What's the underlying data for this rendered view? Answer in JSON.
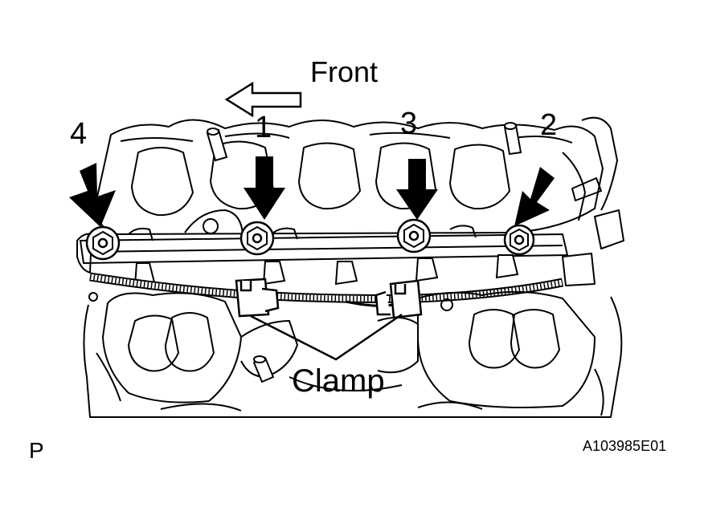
{
  "labels": {
    "direction": "Front",
    "bolts": [
      "4",
      "1",
      "3",
      "2"
    ],
    "clamp": "Clamp",
    "corner_letter": "P",
    "figure_code": "A103985E01"
  },
  "icons": [
    "front-direction-arrow-icon",
    "bolt-pointer-arrow-icon",
    "bolt-head-icon",
    "clamp-icon"
  ],
  "colors": {
    "line": "#000000",
    "background": "#ffffff"
  }
}
